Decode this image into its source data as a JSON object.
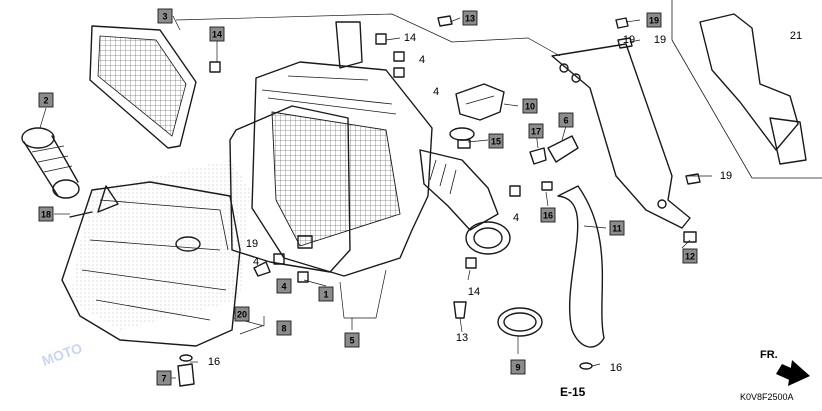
{
  "diagram": {
    "boxed_callouts": [
      "3",
      "14",
      "2",
      "18",
      "20",
      "7",
      "13",
      "4",
      "1",
      "5",
      "9",
      "10",
      "15",
      "17",
      "6",
      "16",
      "11",
      "12",
      "19",
      "8"
    ],
    "plain_callouts": [
      "14",
      "4",
      "4",
      "19",
      "19",
      "19",
      "4",
      "14",
      "13",
      "16",
      "16",
      "19",
      "21",
      "4"
    ],
    "reference": "E-15",
    "direction": "FR.",
    "diagram_code": "K0V8F2500A",
    "watermark": "MOTO"
  }
}
